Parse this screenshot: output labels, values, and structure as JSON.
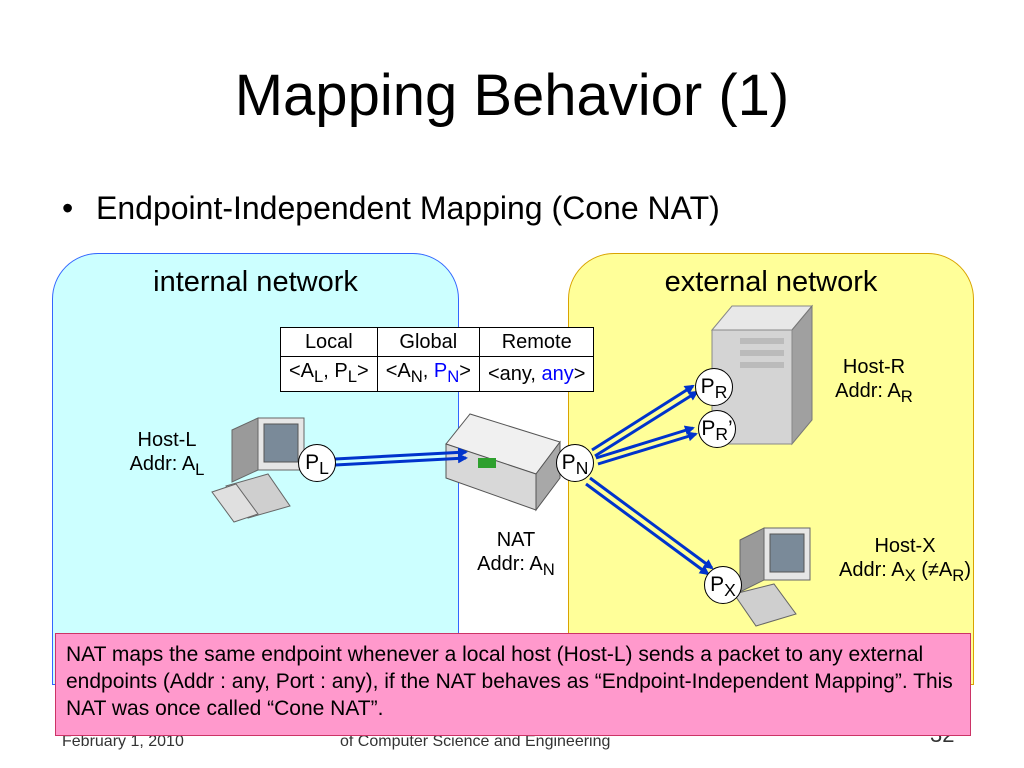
{
  "title": "Mapping Behavior (1)",
  "bullet": "Endpoint-Independent Mapping (Cone NAT)",
  "internal_label": "internal network",
  "external_label": "external network",
  "table": {
    "headers": [
      "Local",
      "Global",
      "Remote"
    ],
    "local_row": [
      "<A",
      "L",
      ", P",
      "L",
      ">"
    ],
    "global_row": [
      "<A",
      "N",
      ", ",
      "P",
      "N",
      ">"
    ],
    "remote_row": [
      "<any, ",
      "any",
      ">"
    ]
  },
  "host_l": {
    "name": "Host-L",
    "addr": "Addr: A",
    "sub": "L"
  },
  "host_r": {
    "name": "Host-R",
    "addr": "Addr: A",
    "sub": "R"
  },
  "host_x": {
    "name": "Host-X",
    "addr": "Addr: A",
    "sub": "X",
    "suffix": " (≠A",
    "suffix_sub": "R",
    "close": ")"
  },
  "nat": {
    "name": "NAT",
    "addr": "Addr: A",
    "sub": "N"
  },
  "ports": {
    "pl": {
      "main": "P",
      "sub": "L"
    },
    "pn": {
      "main": "P",
      "sub": "N"
    },
    "pr": {
      "main": "P",
      "sub": "R"
    },
    "pr2": {
      "main": "P",
      "sub": "R",
      "tick": "’"
    },
    "px": {
      "main": "P",
      "sub": "X"
    }
  },
  "note": "NAT maps the same endpoint whenever a local host (Host-L) sends a packet to any external endpoints (Addr : any, Port : any), if the NAT behaves as “Endpoint-Independent Mapping”. This NAT was once called “Cone NAT”.",
  "footer_left": "February 1, 2010",
  "footer_center": "of Computer Science and Engineering",
  "footer_right": "32",
  "colors": {
    "internal_bg": "#ccffff",
    "external_bg": "#ffff99",
    "note_bg": "#ff99cc",
    "arrow": "#0033cc",
    "accent_text": "#0000ff"
  }
}
